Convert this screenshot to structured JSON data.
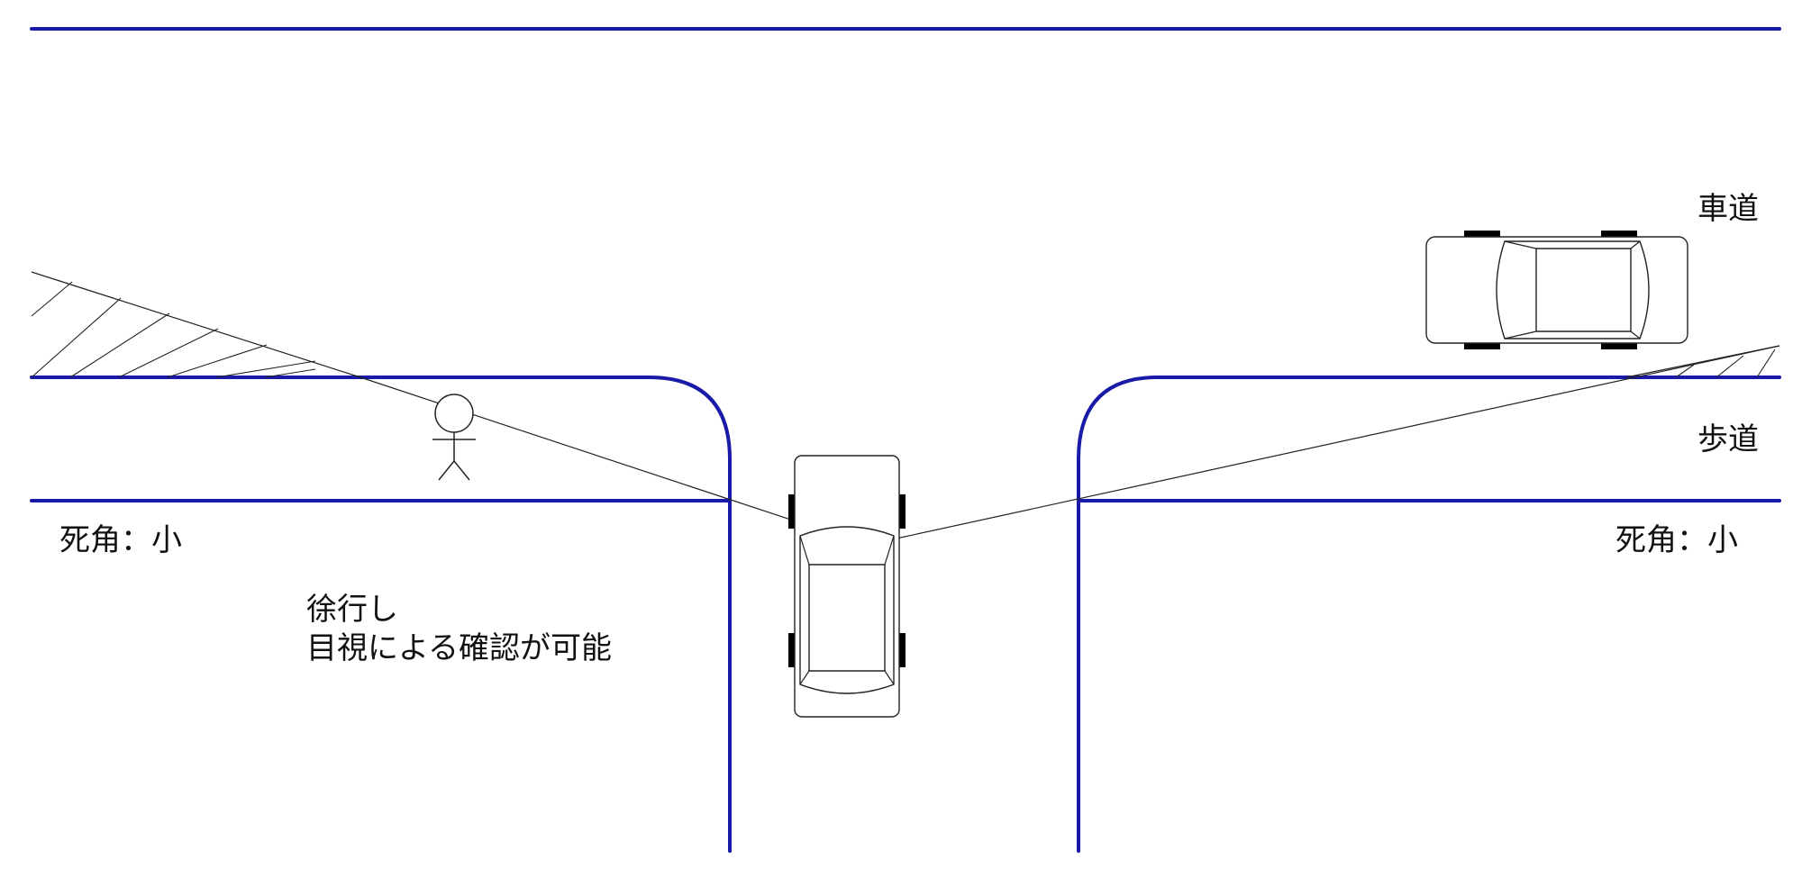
{
  "labels": {
    "roadway": "車道",
    "sidewalk": "歩道",
    "blind_spot_left": "死角：小",
    "blind_spot_right": "死角：小",
    "note_line1": "徐行し",
    "note_line2": "目視による確認が可能"
  },
  "colors": {
    "road_edge": "#1a1aa8",
    "line": "#222222",
    "background": "#ffffff"
  }
}
